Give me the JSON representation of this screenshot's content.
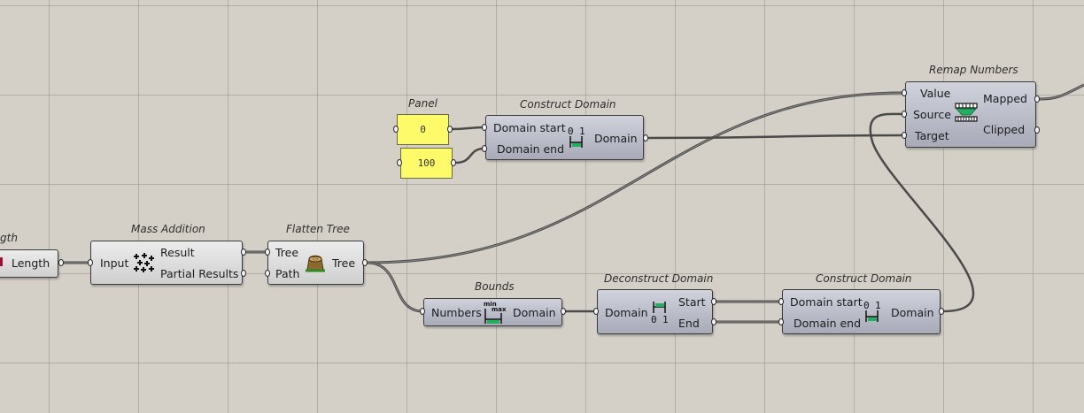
{
  "canvas": {
    "background": "#d4d0c8",
    "grid_color": "#96928a"
  },
  "components": {
    "length": {
      "title": "gth",
      "output": "Length"
    },
    "mass_addition": {
      "title": "Mass Addition",
      "input": "Input",
      "output_result": "Result",
      "output_partial": "Partial Results"
    },
    "flatten_tree": {
      "title": "Flatten Tree",
      "input_tree": "Tree",
      "input_path": "Path",
      "output": "Tree"
    },
    "panel": {
      "title": "Panel",
      "value_0": "0",
      "value_100": "100",
      "color": "#fdfb6a"
    },
    "construct_domain_1": {
      "title": "Construct Domain",
      "input_start": "Domain start",
      "input_end": "Domain end",
      "output": "Domain"
    },
    "remap_numbers": {
      "title": "Remap Numbers",
      "input_value": "Value",
      "input_source": "Source",
      "input_target": "Target",
      "output_mapped": "Mapped",
      "output_clipped": "Clipped"
    },
    "bounds": {
      "title": "Bounds",
      "input": "Numbers",
      "output": "Domain",
      "icon_min": "min",
      "icon_max": "max"
    },
    "deconstruct_domain": {
      "title": "Deconstruct Domain",
      "input": "Domain",
      "output_start": "Start",
      "output_end": "End"
    },
    "construct_domain_2": {
      "title": "Construct Domain",
      "input_start": "Domain start",
      "input_end": "Domain end",
      "output": "Domain"
    }
  },
  "icons": [
    "domain-icon",
    "mass-addition-icon",
    "flatten-tree-icon",
    "remap-icon",
    "bounds-icon",
    "deconstruct-domain-icon"
  ],
  "colors": {
    "domain_accent": "#22b060",
    "wire": "#4a4a4a"
  }
}
